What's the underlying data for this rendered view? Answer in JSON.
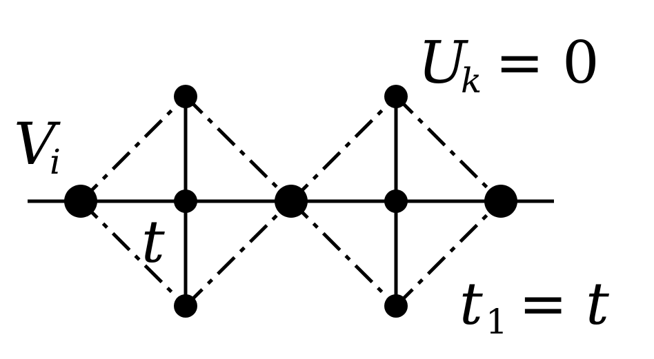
{
  "labels": {
    "site_potential": {
      "main": "V",
      "sub": "i"
    },
    "interaction": {
      "main": "U",
      "sub": "k",
      "rest": "= 0"
    },
    "hopping": "t",
    "hopping_ratio": {
      "main": "t",
      "sub": "1",
      "rest": "= t"
    }
  },
  "colors": {
    "ink": "#000000",
    "background": "#ffffff"
  }
}
